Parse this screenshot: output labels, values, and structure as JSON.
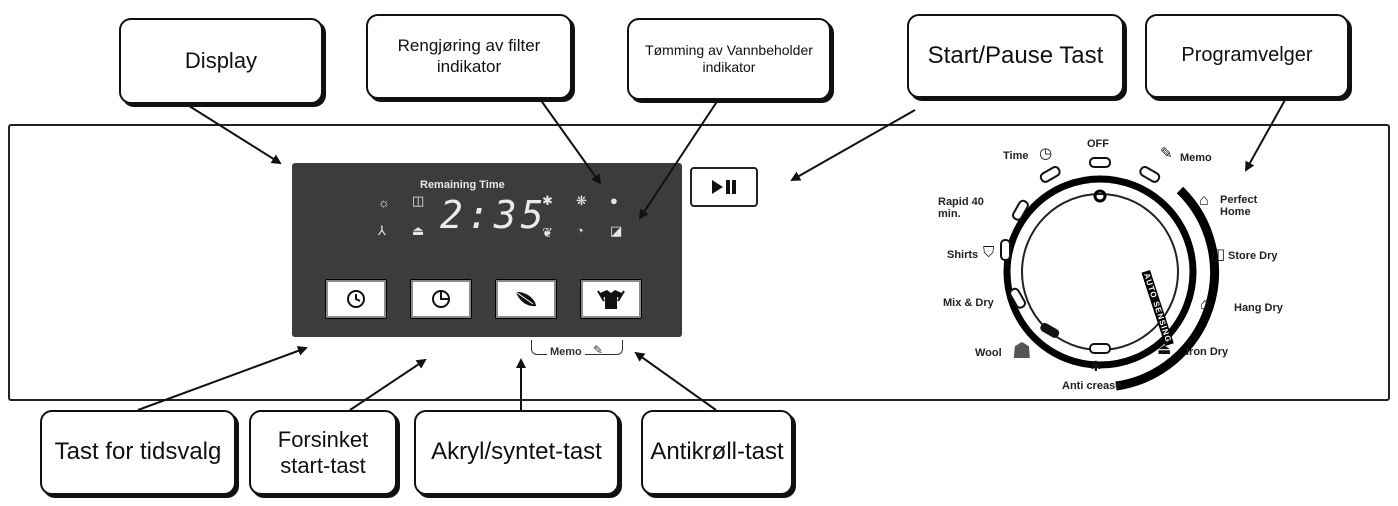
{
  "callouts": {
    "display": "Display",
    "filter_indicator": "Rengjøring av filter indikator",
    "water_indicator": "Tømming av Vannbeholder  indikator",
    "start_pause": "Start/Pause Tast",
    "program_selector": "Programvelger",
    "time_select": "Tast for tidsvalg",
    "delay_start": "Forsinket start-tast",
    "acrylic": "Akryl/syntet-tast",
    "anti_crease_key": "Antikrøll-tast"
  },
  "display_panel": {
    "remaining_label": "Remaining Time",
    "time_value": "2:35",
    "memo_label": "Memo"
  },
  "dial": {
    "programs": {
      "off": "OFF",
      "time": "Time",
      "memo": "Memo",
      "rapid": "Rapid 40 min.",
      "perfect_home": "Perfect Home",
      "shirts": "Shirts",
      "store_dry": "Store Dry",
      "mix_dry": "Mix & Dry",
      "hang_dry": "Hang Dry",
      "wool": "Wool",
      "iron_dry": "Iron Dry",
      "anti_crease": "Anti crease"
    },
    "auto_sensing": "AUTO SENSING"
  },
  "icons": {
    "timer_button": "clock-icon",
    "delay_button": "delay-clock-icon",
    "acrylic_button": "leaf-icon",
    "anti_crease_button": "shirt-icon",
    "start_pause": "play-pause-icon"
  }
}
